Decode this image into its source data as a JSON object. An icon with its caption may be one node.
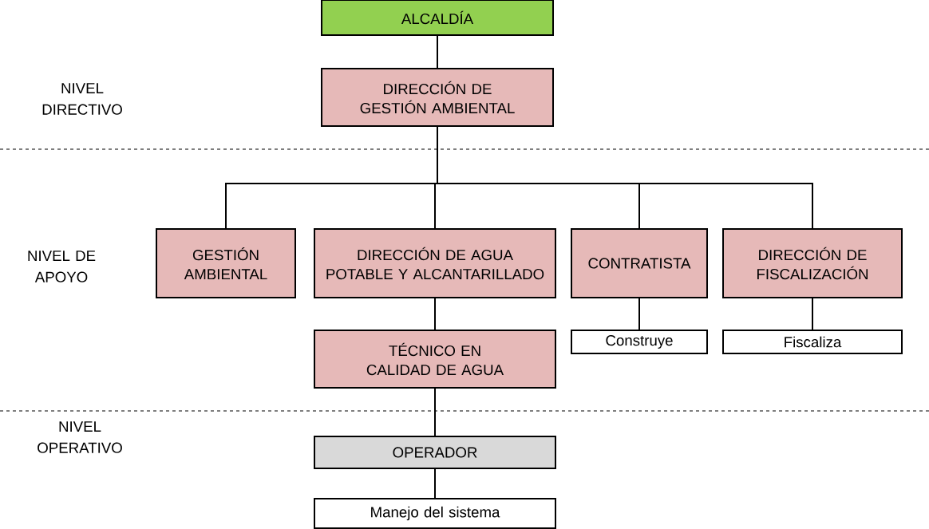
{
  "diagram": {
    "nodes": [
      {
        "text": [
          "ALCALDÍA"
        ]
      },
      {
        "text": [
          "DIRECCIÓN DE GESTIÓN AMBIENTAL"
        ]
      },
      {
        "text": [
          "GESTIÓN AMBIENTAL"
        ]
      },
      {
        "text": [
          "DIRECCIÓN DE AGUA POTABLE Y ALCANTARILLADO"
        ]
      },
      {
        "text": [
          "CONTRATISTA"
        ]
      },
      {
        "text": [
          "DIRECCIÓN DE FISCALIZACIÓN"
        ]
      },
      {
        "text": [
          "TÉCNICO EN CALIDAD DE AGUA"
        ]
      },
      {
        "text": [
          "Construye"
        ]
      },
      {
        "text": [
          "Fiscaliza"
        ]
      },
      {
        "text": [
          "OPERADOR"
        ]
      },
      {
        "text": [
          "Manejo del sistema"
        ]
      }
    ],
    "edges": [
      {
        "from": 0,
        "to": 1,
        "arrow": "none"
      },
      {
        "from": 1,
        "to": 2,
        "arrow": "none"
      },
      {
        "from": 1,
        "to": 3,
        "arrow": "none"
      },
      {
        "from": 1,
        "to": 4,
        "arrow": "none"
      },
      {
        "from": 1,
        "to": 5,
        "arrow": "none"
      },
      {
        "from": 3,
        "to": 6,
        "arrow": "none"
      },
      {
        "from": 4,
        "to": 7,
        "arrow": "none"
      },
      {
        "from": 5,
        "to": 8,
        "arrow": "none"
      },
      {
        "from": 6,
        "to": 9,
        "arrow": "none"
      },
      {
        "from": 9,
        "to": 10,
        "arrow": "none"
      }
    ],
    "labels": [
      "NIVEL DIRECTIVO",
      "NIVEL DE APOYO",
      "NIVEL OPERATIVO"
    ]
  }
}
